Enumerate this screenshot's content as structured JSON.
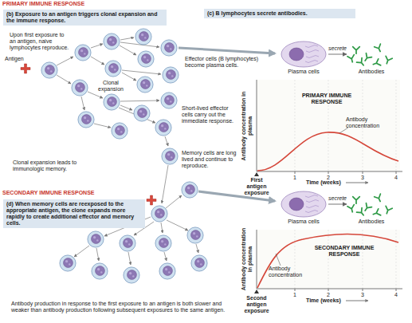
{
  "diagram": {
    "nodes": [
      {
        "text": [
          "(b) Exposure to an antigen triggers clonal expansion and the immune response."
        ]
      },
      {
        "text": [
          "(c) B lymphocytes secrete antibodies."
        ]
      },
      {
        "text": [
          "Plasma cells"
        ]
      },
      {
        "text": [
          "Antibodies"
        ]
      },
      {
        "text": [
          "(d) When memory cells are reexposed to the appropriate antigen, the clone expands more rapidly to create additional effector and memory cells."
        ]
      },
      {
        "text": [
          "Plasma cells"
        ]
      },
      {
        "text": [
          "Antibodies"
        ]
      }
    ],
    "edges": [
      {
        "from": 2,
        "to": 3,
        "label": "secrete",
        "arrow": "to"
      },
      {
        "from": 5,
        "to": 6,
        "label": "secrete",
        "arrow": "to"
      }
    ],
    "labels": [
      "PRIMARY IMMUNE RESPONSE",
      "Upon first exposure to an antigen, naive lymphocytes reproduce.",
      "Antigen",
      "Clonal expansion",
      "Effector cells (B lymphocytes) become plasma cells.",
      "Short-lived effector cells carry out the immediate response.",
      "Clonal expansion leads to immunologic memory.",
      "Memory cells are long lived and continue to reproduce.",
      "SECONDARY IMMUNE RESPONSE",
      "Antibody production in response to the first exposure to an antigen is both slower and weaker than antibody production following subsequent exposures to the same antigen.",
      "Antibody concentration in plasma",
      "PRIMARY IMMUNE RESPONSE",
      "Antibody concentration",
      "1",
      "2",
      "3",
      "4",
      "First antigen exposure",
      "Time (weeks)",
      "Antibody concentration in plasma",
      "SECONDARY IMMUNE RESPONSE",
      "Antibody concentration",
      "1",
      "2",
      "3",
      "4",
      "Second antigen exposure",
      "Time (weeks)"
    ]
  }
}
